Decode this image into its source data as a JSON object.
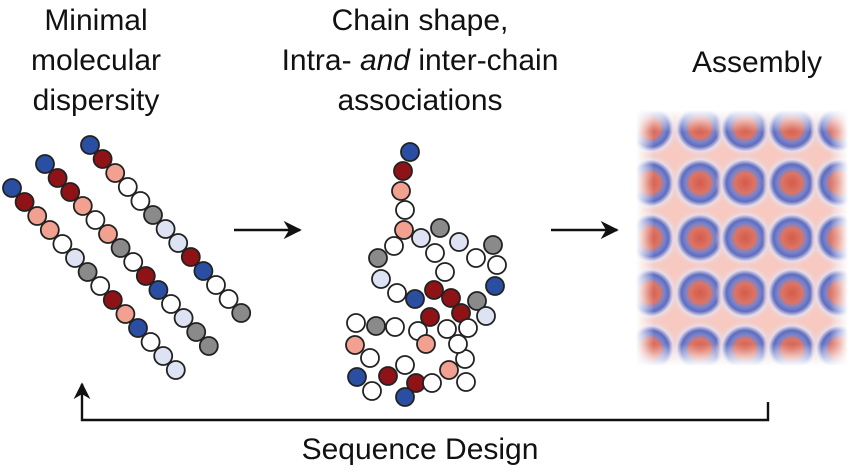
{
  "labels": {
    "left_line1": "Minimal",
    "left_line2": "molecular",
    "left_line3": "dispersity",
    "mid_line1": "Chain shape,",
    "mid_line2_a": "Intra- ",
    "mid_line2_b": "and",
    "mid_line2_c": " inter-chain",
    "mid_line3": "associations",
    "right": "Assembly",
    "bottom": "Sequence Design"
  },
  "colors": {
    "blue": "#2a4ea2",
    "dark_red": "#8e1216",
    "salmon": "#f2a090",
    "white": "#ffffff",
    "light_blue": "#dde3f3",
    "gray": "#8a8a8a",
    "assembly_bg": "#f7c9c0",
    "assembly_ring": "#6a78c4",
    "assembly_core": "#d86a5a"
  },
  "sequence_colors": [
    "blue",
    "dark_red",
    "salmon",
    "white",
    "light_blue",
    "gray"
  ],
  "chains": [
    [
      "blue",
      "dark_red",
      "salmon",
      "salmon",
      "white",
      "light_blue",
      "gray",
      "white",
      "dark_red",
      "salmon",
      "blue",
      "white",
      "light_blue",
      "light_blue"
    ],
    [
      "blue",
      "dark_red",
      "dark_red",
      "salmon",
      "white",
      "salmon",
      "gray",
      "white",
      "dark_red",
      "blue",
      "white",
      "light_blue",
      "gray",
      "gray"
    ],
    [
      "blue",
      "dark_red",
      "salmon",
      "white",
      "white",
      "gray",
      "light_blue",
      "light_blue",
      "dark_red",
      "blue",
      "white",
      "white",
      "gray"
    ]
  ]
}
